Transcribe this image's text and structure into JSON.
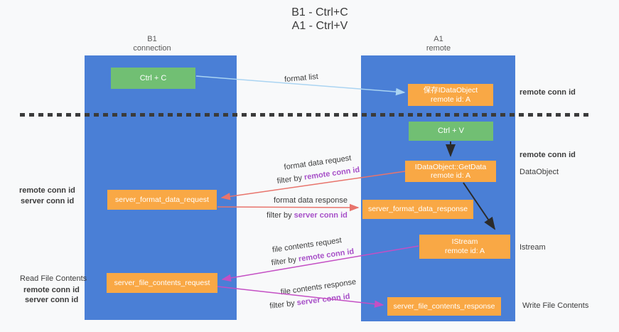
{
  "title": {
    "line1": "B1 - Ctrl+C",
    "line2": "A1 - Ctrl+V"
  },
  "columns": {
    "left": {
      "name": "B1",
      "subtitle": "connection"
    },
    "right": {
      "name": "A1",
      "subtitle": "remote"
    }
  },
  "nodes": {
    "ctrl_c": "Ctrl + C",
    "ctrl_v": "Ctrl + V",
    "save_idataobject": {
      "line1": "保存IDataObject",
      "line2": "remote id: A"
    },
    "getdata": {
      "line1": "IDataObject::GetData",
      "line2": "remote id: A"
    },
    "istream": {
      "line1": "IStream",
      "line2": "remote id: A"
    },
    "format_request": "server_format_data_request",
    "format_response": "server_format_data_response",
    "file_request": "server_file_contents_request",
    "file_response": "server_file_contents_response"
  },
  "edge_labels": {
    "format_list": "format list",
    "format_data_request": "format data request",
    "format_data_response": "format data response",
    "file_contents_request": "file contents request",
    "file_contents_response": "file contents response",
    "filter_by": "filter by",
    "remote_conn_id": "remote conn id",
    "server_conn_id": "server conn id"
  },
  "side_labels": {
    "remote_conn_id": "remote conn id",
    "server_conn_id": "server conn id",
    "dataobject": "DataObject",
    "istream": "Istream",
    "read_file_contents": "Read File Contents",
    "write_file_contents": "Write File Contents"
  },
  "colors": {
    "column_blue": "#4a7fd6",
    "node_green": "#71bf73",
    "node_orange": "#f9a845",
    "label_purple": "#a750c8",
    "label_green": "#53ad52",
    "arrow_lightblue": "#aad4f2",
    "arrow_black": "#2b2b2b",
    "arrow_red": "#e8746c",
    "arrow_magenta": "#c44fc4",
    "dash_dark": "#3b3b3b",
    "background": "#f8f9fa"
  }
}
